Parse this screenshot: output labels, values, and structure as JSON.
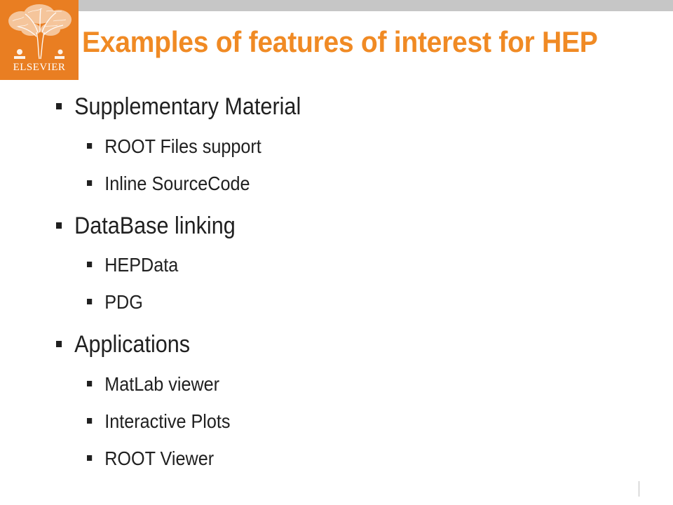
{
  "slide": {
    "logo_text": "ELSEVIER",
    "title": "Examples of features of interest for HEP",
    "bullets": [
      {
        "label": "Supplementary Material",
        "children": [
          "ROOT Files support",
          "Inline SourceCode"
        ]
      },
      {
        "label": "DataBase linking",
        "children": [
          "HEPData",
          "PDG"
        ]
      },
      {
        "label": "Applications",
        "children": [
          "MatLab viewer",
          "Interactive Plots",
          "ROOT Viewer"
        ]
      }
    ]
  },
  "colors": {
    "accent": "#f08a24",
    "logo_bg": "#e97e22",
    "top_bar": "#c6c6c6",
    "text": "#202020"
  }
}
